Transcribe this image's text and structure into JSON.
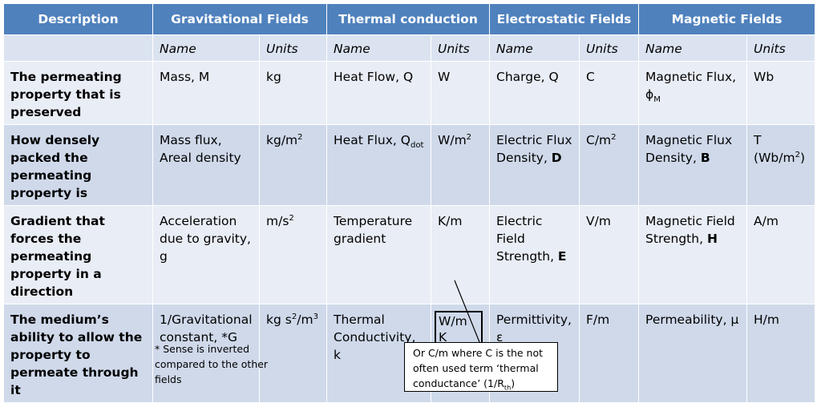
{
  "header": {
    "description": "Description",
    "grav": "Gravitational Fields",
    "thermal": "Thermal conduction",
    "electro": "Electrostatic Fields",
    "magnetic": "Magnetic Fields"
  },
  "subheader": {
    "name": "Name",
    "units": "Units"
  },
  "rows": [
    {
      "label": "The permeating property that is preserved",
      "grav_name": "Mass, M",
      "grav_units": "kg",
      "thermal_name": "Heat Flow, Q",
      "thermal_units": "W",
      "electro_name": "Charge, Q",
      "electro_units": "C",
      "magnetic_name": "Magnetic Flux, ϕ",
      "magnetic_name_sub": "M",
      "magnetic_units": "Wb"
    },
    {
      "label": "How densely packed the permeating property is",
      "grav_name": "Mass flux, Areal density",
      "grav_units": "kg/m",
      "grav_units_sup": "2",
      "thermal_name": "Heat Flux, Q",
      "thermal_name_sub": "dot",
      "thermal_units": "W/m",
      "thermal_units_sup": "2",
      "electro_name": "Electric Flux Density, ",
      "electro_name_bold": "D",
      "electro_units": "C/m",
      "electro_units_sup": "2",
      "magnetic_name": "Magnetic Flux Density, ",
      "magnetic_name_bold": "B",
      "magnetic_units": "T (Wb/m",
      "magnetic_units_sup": "2",
      "magnetic_units_end": ")"
    },
    {
      "label": "Gradient that forces the permeating property in a direction",
      "grav_name": "Acceleration due to gravity, g",
      "grav_units": "m/s",
      "grav_units_sup": "2",
      "thermal_name": "Temperature gradient",
      "thermal_units": "K/m",
      "electro_name": "Electric Field Strength, ",
      "electro_name_bold": "E",
      "electro_units": "V/m",
      "magnetic_name": "Magnetic Field Strength, ",
      "magnetic_name_bold": "H",
      "magnetic_units": "A/m"
    },
    {
      "label": "The medium’s ability to allow the property to permeate through it",
      "grav_name": "1/Gravitational constant, *G",
      "grav_units": "kg s",
      "grav_units_sup": "2",
      "grav_units_end": "/m",
      "grav_units_sup2": "3",
      "thermal_name": "Thermal Conductivity, k",
      "thermal_units": "W/m K",
      "electro_name": "Permittivity, ε",
      "electro_units": "F/m",
      "magnetic_name": "Permeability, μ",
      "magnetic_units": "H/m"
    }
  ],
  "footnote": "* Sense is inverted compared to the other fields",
  "callout": {
    "text": "Or C/m where C is the not often used term ‘thermal conductance’ (1/R",
    "sub": "th",
    "end": ")"
  }
}
